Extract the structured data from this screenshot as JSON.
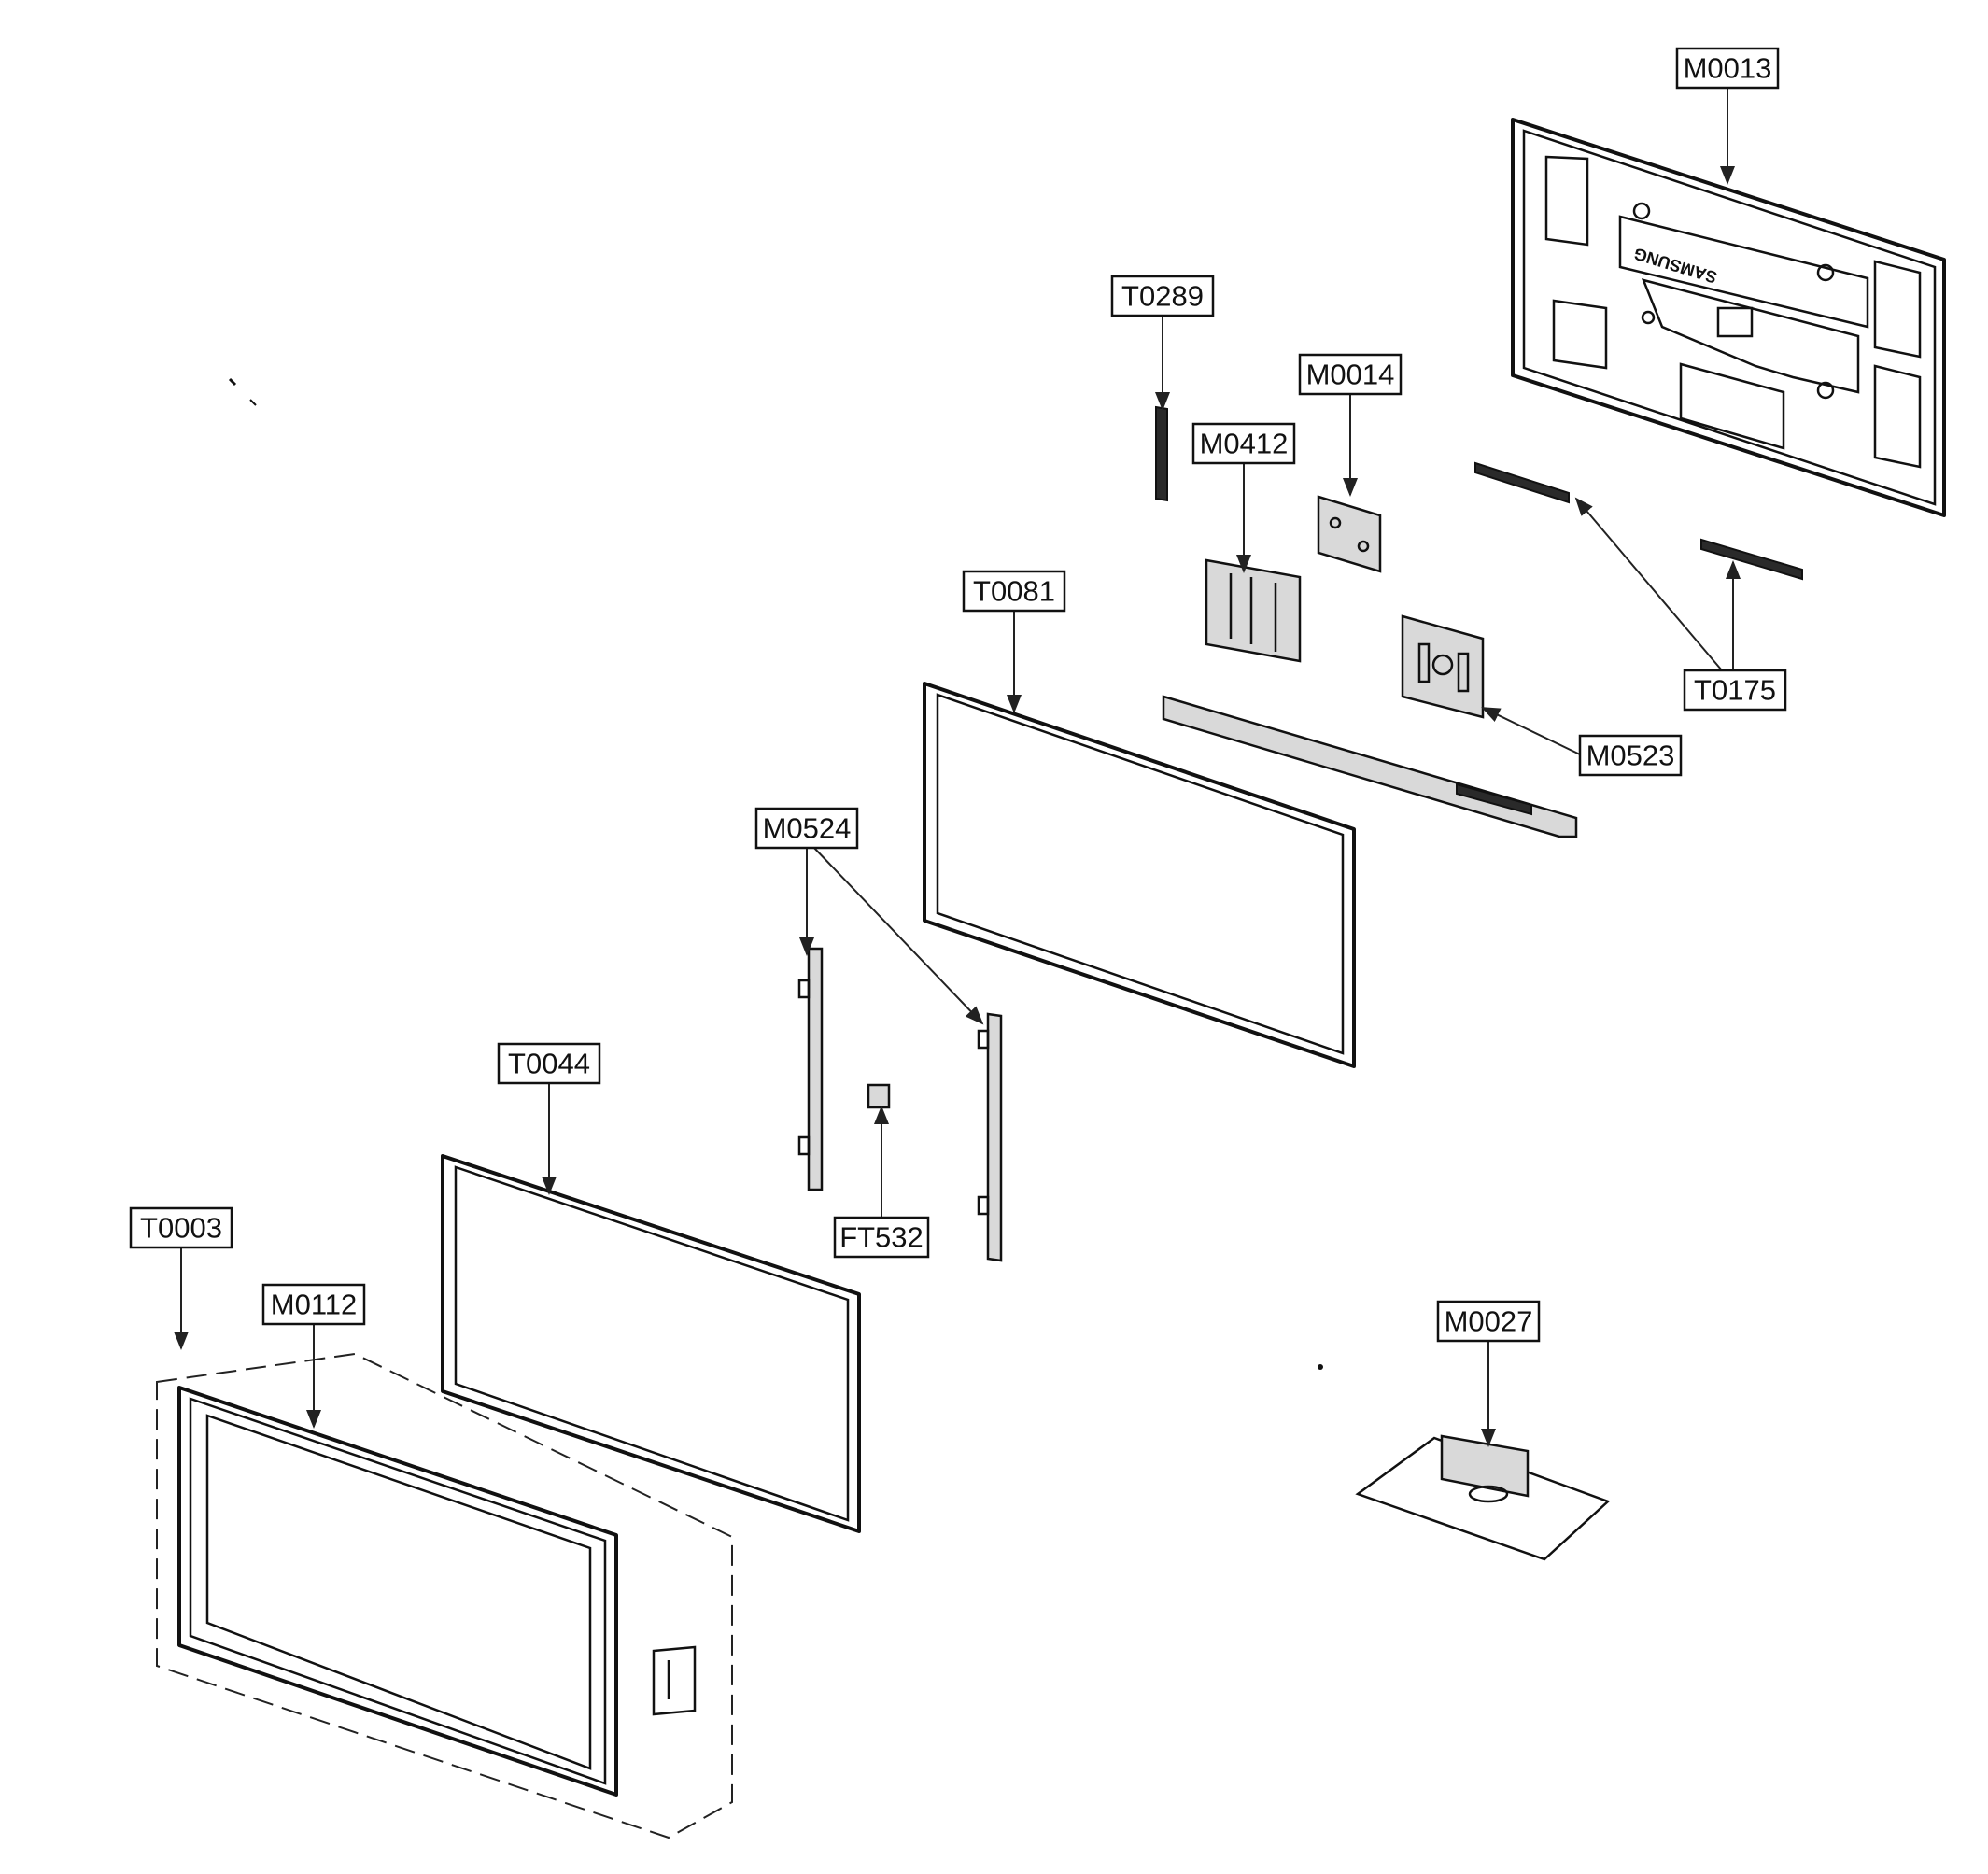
{
  "callouts": {
    "m0013": "M0013",
    "t0289": "T0289",
    "m0014": "M0014",
    "m0412": "M0412",
    "t0081": "T0081",
    "t0175": "T0175",
    "m0523": "M0523",
    "m0524": "M0524",
    "t0044": "T0044",
    "ft532": "FT532",
    "t0003": "T0003",
    "m0112": "M0112",
    "m0027": "M0027"
  },
  "rear_cover": {
    "logo": "SAMSUNG"
  }
}
